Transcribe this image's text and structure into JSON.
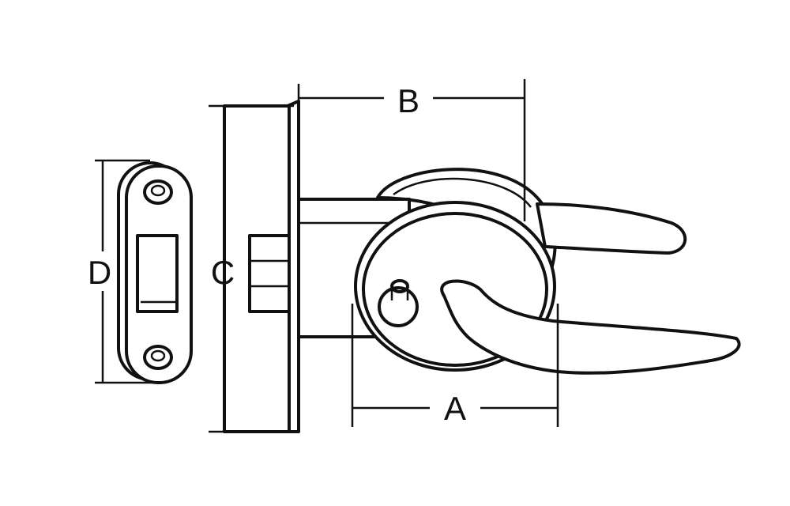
{
  "dimensions": {
    "a": "A",
    "b": "B",
    "c": "C",
    "d": "D"
  },
  "colors": {
    "ink": "#111111",
    "paper": "#ffffff"
  }
}
